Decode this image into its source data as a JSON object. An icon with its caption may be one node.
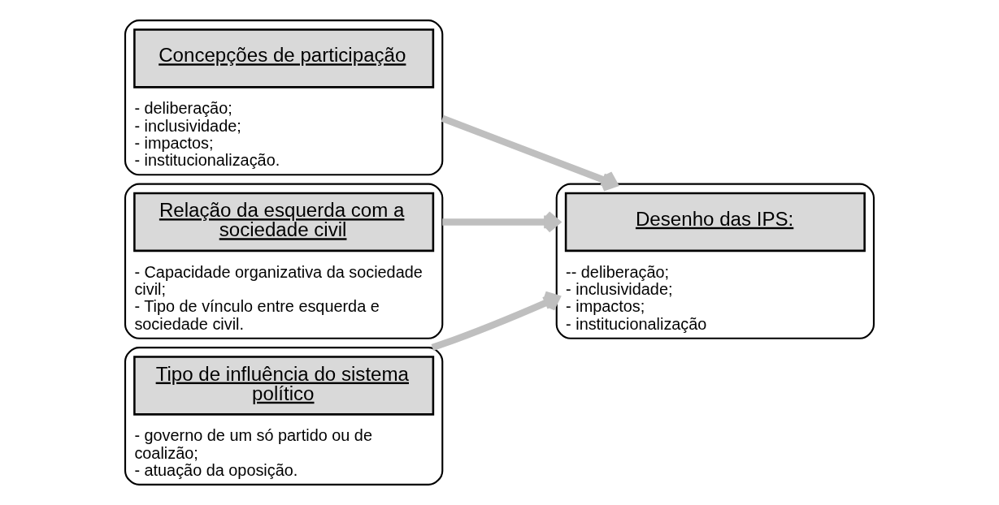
{
  "diagram": {
    "nodes": [
      {
        "text": [
          "- deliberação;",
          "- inclusividade;",
          "- impactos;",
          "- institucionalização."
        ]
      },
      {
        "text": [
          "Concepções de participação"
        ],
        "in": 0
      },
      {
        "text": [
          "- Capacidade organizativa da sociedade civil;",
          "- Tipo de vínculo entre esquerda e sociedade civil."
        ]
      },
      {
        "text": [
          "Relação da esquerda com a sociedade civil"
        ],
        "in": 2
      },
      {
        "text": [
          "- governo de um só partido ou de coalizão;",
          "- atuação da oposição."
        ]
      },
      {
        "text": [
          "Tipo de influência do sistema político"
        ],
        "in": 4
      },
      {
        "text": [
          "-- deliberação;",
          "- inclusividade;",
          "- impactos;",
          "- institucionalização"
        ]
      },
      {
        "text": [
          "Desenho das IPS:"
        ],
        "in": 6
      }
    ],
    "edges": [
      {
        "from": 0,
        "to": 6,
        "arrow": "to",
        "color": "#bfbfbf"
      },
      {
        "from": 2,
        "to": 6,
        "arrow": "to",
        "color": "#bfbfbf"
      },
      {
        "from": 4,
        "to": 6,
        "arrow": "to",
        "color": "#bfbfbf"
      }
    ]
  }
}
